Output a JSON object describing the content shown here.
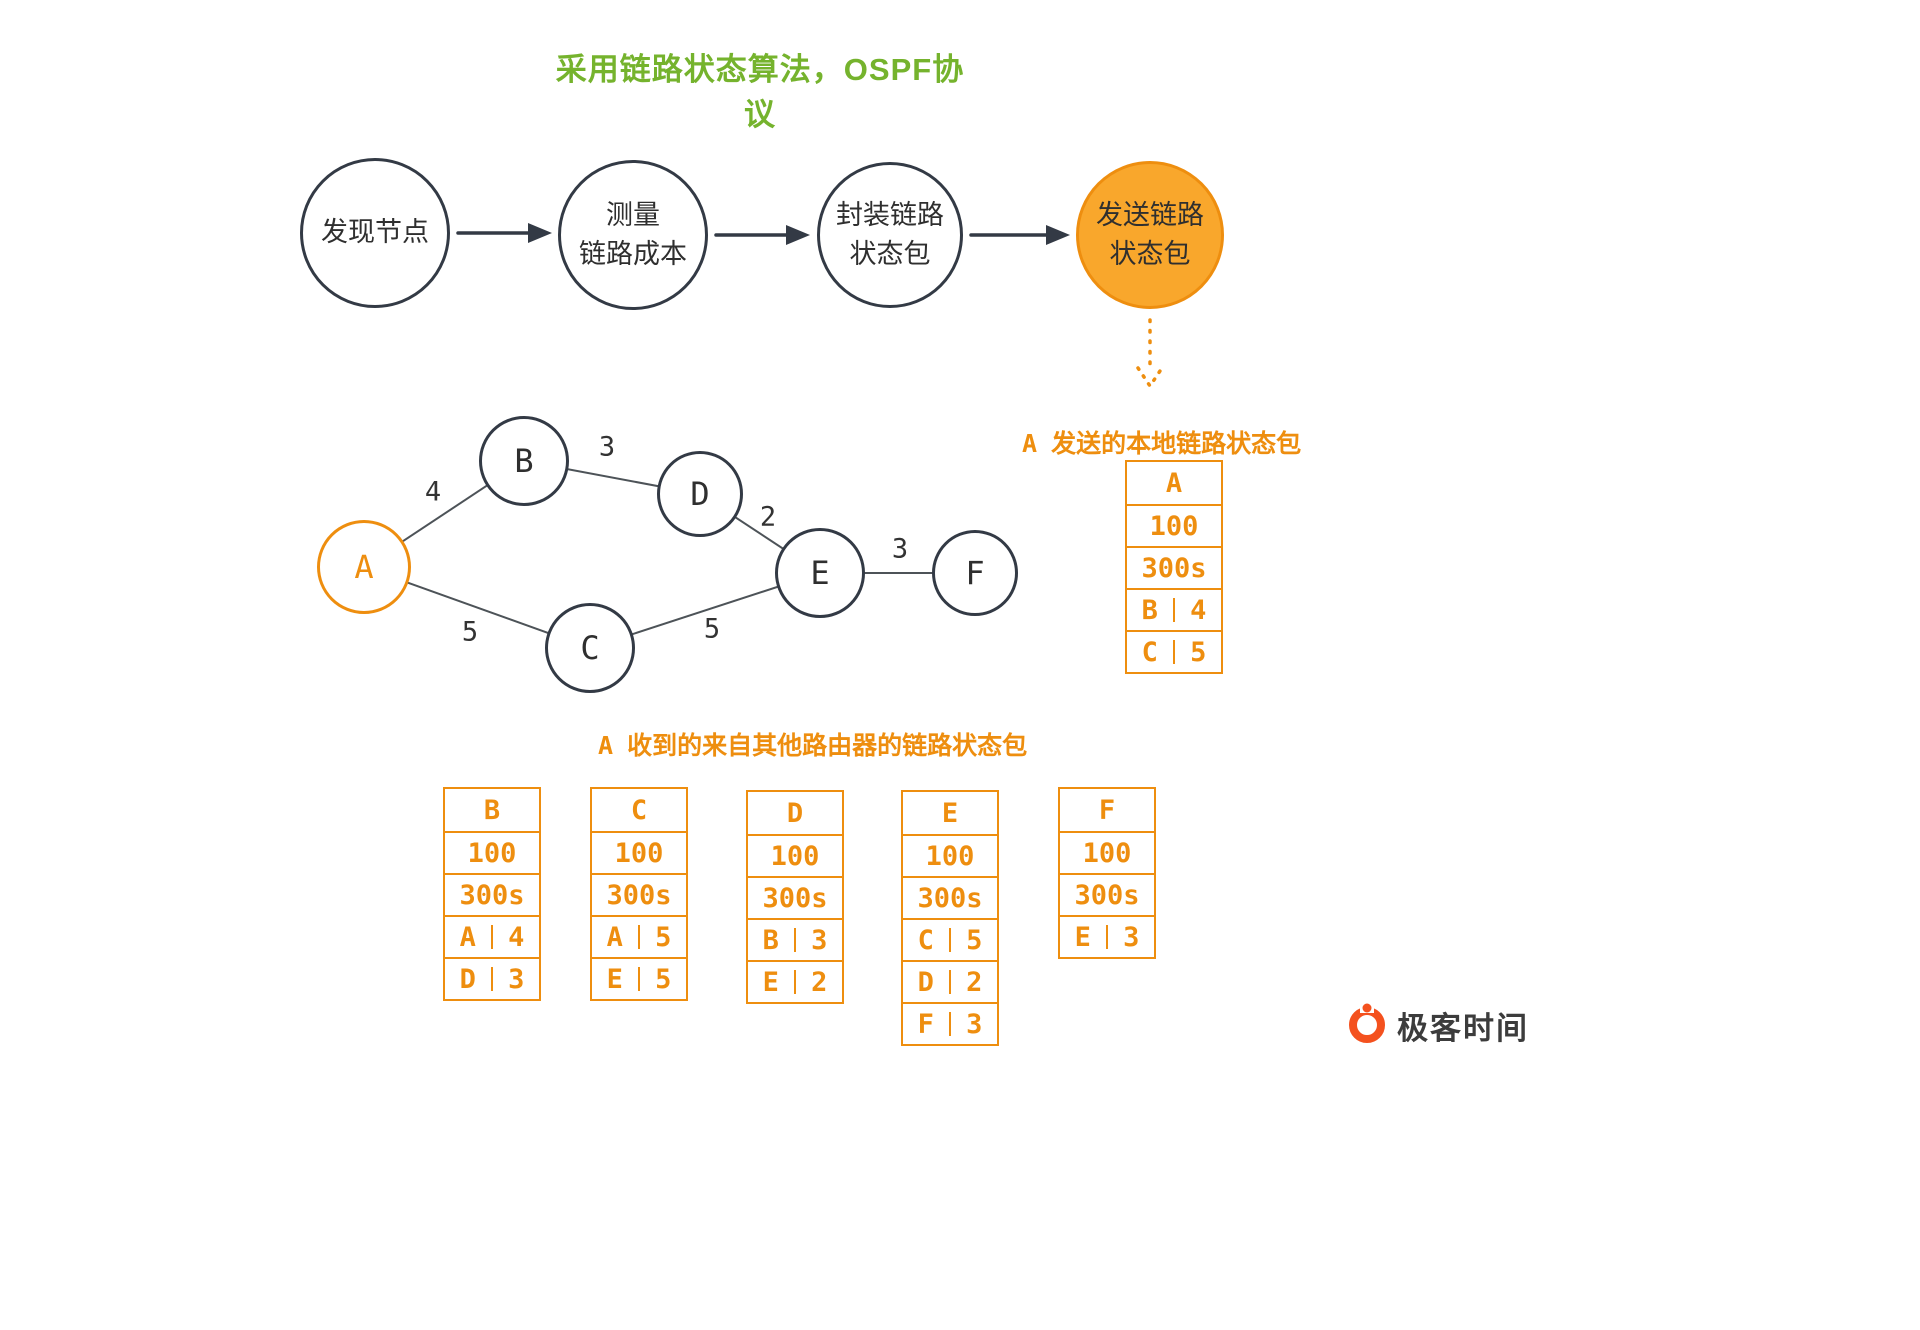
{
  "title": "采用链路状态算法，OSPF协议",
  "colors": {
    "accent": "#ee8e0f",
    "accent_fill": "#f9a72c",
    "title_green": "#75b32d",
    "ink": "#333a45",
    "text": "#2f2f2f",
    "logo_orange": "#f4511e"
  },
  "flow": {
    "steps": [
      {
        "label": "发现节点",
        "highlighted": false
      },
      {
        "label": "测量\n链路成本",
        "highlighted": false
      },
      {
        "label": "封装链路\n状态包",
        "highlighted": false
      },
      {
        "label": "发送链路\n状态包",
        "highlighted": true
      }
    ]
  },
  "graph": {
    "nodes": [
      {
        "id": "A",
        "highlighted": true
      },
      {
        "id": "B",
        "highlighted": false
      },
      {
        "id": "C",
        "highlighted": false
      },
      {
        "id": "D",
        "highlighted": false
      },
      {
        "id": "E",
        "highlighted": false
      },
      {
        "id": "F",
        "highlighted": false
      }
    ],
    "edges": [
      {
        "from": "A",
        "to": "B",
        "cost": "4"
      },
      {
        "from": "A",
        "to": "C",
        "cost": "5"
      },
      {
        "from": "B",
        "to": "D",
        "cost": "3"
      },
      {
        "from": "D",
        "to": "E",
        "cost": "2"
      },
      {
        "from": "C",
        "to": "E",
        "cost": "5"
      },
      {
        "from": "E",
        "to": "F",
        "cost": "3"
      }
    ]
  },
  "local_packet": {
    "caption_prefix": "A",
    "caption": "发送的本地链路状态包",
    "table": {
      "header": "A",
      "rows": [
        "100",
        "300s",
        [
          "B",
          "4"
        ],
        [
          "C",
          "5"
        ]
      ]
    }
  },
  "received_packets": {
    "caption_prefix": "A",
    "caption": "收到的来自其他路由器的链路状态包",
    "tables": [
      {
        "header": "B",
        "rows": [
          "100",
          "300s",
          [
            "A",
            "4"
          ],
          [
            "D",
            "3"
          ]
        ]
      },
      {
        "header": "C",
        "rows": [
          "100",
          "300s",
          [
            "A",
            "5"
          ],
          [
            "E",
            "5"
          ]
        ]
      },
      {
        "header": "D",
        "rows": [
          "100",
          "300s",
          [
            "B",
            "3"
          ],
          [
            "E",
            "2"
          ]
        ]
      },
      {
        "header": "E",
        "rows": [
          "100",
          "300s",
          [
            "C",
            "5"
          ],
          [
            "D",
            "2"
          ],
          [
            "F",
            "3"
          ]
        ]
      },
      {
        "header": "F",
        "rows": [
          "100",
          "300s",
          [
            "E",
            "3"
          ]
        ]
      }
    ]
  },
  "logo": {
    "text": "极客时间"
  }
}
